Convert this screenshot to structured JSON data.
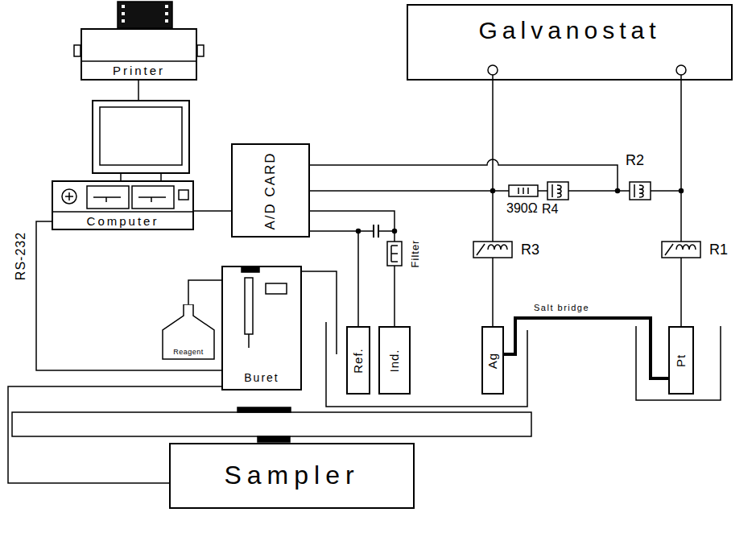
{
  "diagram": {
    "nodes": [
      {
        "text": [
          "Galvanostat"
        ]
      },
      {
        "text": [
          "Printer"
        ]
      },
      {
        "text": [
          "Computer"
        ]
      },
      {
        "text": [
          "A/D CARD"
        ]
      },
      {
        "text": [
          "Buret"
        ]
      },
      {
        "text": [
          "Reagent"
        ]
      },
      {
        "text": [
          "Ref."
        ]
      },
      {
        "text": [
          "Ind."
        ]
      },
      {
        "text": [
          "Ag"
        ]
      },
      {
        "text": [
          "Pt"
        ]
      },
      {
        "text": [
          "Sampler"
        ]
      }
    ],
    "edges": [
      {
        "from": 1,
        "to": 2,
        "arrow": "none"
      },
      {
        "from": 2,
        "to": 3,
        "arrow": "none"
      },
      {
        "from": 2,
        "to": 4,
        "arrow": "none",
        "label": "RS-232"
      },
      {
        "from": 3,
        "to": 6,
        "arrow": "none"
      },
      {
        "from": 3,
        "to": 7,
        "arrow": "none"
      },
      {
        "from": 5,
        "to": 4,
        "arrow": "none"
      },
      {
        "from": 4,
        "to": 10,
        "arrow": "none"
      },
      {
        "from": 0,
        "to": 8,
        "arrow": "none"
      },
      {
        "from": 0,
        "to": 9,
        "arrow": "none"
      },
      {
        "from": 8,
        "to": 9,
        "arrow": "none",
        "label": "Salt bridge"
      }
    ],
    "labels": [
      "R2",
      "390Ω",
      "R4",
      "R3",
      "R1",
      "Filter"
    ]
  }
}
